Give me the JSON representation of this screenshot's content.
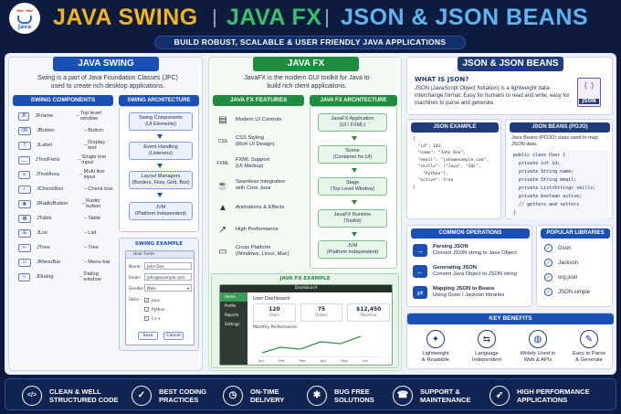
{
  "header": {
    "logo_text": "Java",
    "title_swing": "JAVA SWING",
    "title_fx": "JAVA FX",
    "title_json": "JSON & JSON BEANS",
    "subtitle": "BUILD ROBUST, SCALABLE & USER FRIENDLY JAVA APPLICATIONS"
  },
  "swing": {
    "title": "JAVA SWING",
    "intro": "Swing is a part of Java Foundation Classes (JFC) used to create rich desktop applications.",
    "components_title": "SWING COMPONENTS",
    "components": [
      {
        "icon": "JF",
        "name": "JFrame",
        "desc": "Top level window"
      },
      {
        "icon": "OK",
        "name": "JButton",
        "desc": "Button"
      },
      {
        "icon": "T",
        "name": "JLabel",
        "desc": "Display text"
      },
      {
        "icon": "__",
        "name": "JTextField",
        "desc": "Single line input"
      },
      {
        "icon": "≡",
        "name": "JTextArea",
        "desc": "Multi line input"
      },
      {
        "icon": "✓",
        "name": "JCheckBox",
        "desc": "Check box"
      },
      {
        "icon": "◉",
        "name": "JRadioButton",
        "desc": "Radio button"
      },
      {
        "icon": "▦",
        "name": "JTable",
        "desc": "Table"
      },
      {
        "icon": "☰",
        "name": "JList",
        "desc": "List"
      },
      {
        "icon": "⊢",
        "name": "JTree",
        "desc": "Tree"
      },
      {
        "icon": "▭",
        "name": "JMenuBar",
        "desc": "Menu bar"
      },
      {
        "icon": "□",
        "name": "JDialog",
        "desc": "Dialog window"
      }
    ],
    "arch_title": "SWING ARCHITECTURE",
    "arch": [
      "Swing Components\n(UI Elements)",
      "Event Handling\n(Listeners)",
      "Layout Managers\n(Borders, Flow, Grid, Box)",
      "JVM\n(Platform Independent)"
    ],
    "example_title": "SWING EXAMPLE",
    "form": {
      "window_title": "User Form",
      "name_label": "Name:",
      "name_value": "John Doe",
      "email_label": "Email:",
      "email_value": "john@example.com",
      "gender_label": "Gender:",
      "gender_value": "Male",
      "skills_label": "Skills:",
      "skills": [
        "Java",
        "Python",
        "C++"
      ],
      "save": "Save",
      "cancel": "Cancel"
    }
  },
  "fx": {
    "title": "JAVA FX",
    "intro": "JavaFX is the modern GUI toolkit for Java to build rich client applications.",
    "features_title": "JAVA FX FEATURES",
    "features": [
      {
        "icon": "▤",
        "text": "Modern UI Controls"
      },
      {
        "icon": "CSS",
        "text": "CSS Styling\n(Rich UI Design)"
      },
      {
        "icon": "FXML",
        "text": "FXML Support\n(UI Markup)"
      },
      {
        "icon": "☕",
        "text": "Seamless Integration\nwith Core Java"
      },
      {
        "icon": "▲",
        "text": "Animations & Effects"
      },
      {
        "icon": "↗",
        "text": "High Performance"
      },
      {
        "icon": "▭",
        "text": "Cross Platform\n(Windows, Linux, Mac)"
      }
    ],
    "arch_title": "JAVA FX ARCHITECTURE",
    "arch": [
      "JavaFX Application\n(UI / FXML)",
      "Scene\n(Container for UI)",
      "Stage\n(Top Level Window)",
      "JavaFX Runtime\n(Toolkit)",
      "JVM\n(Platform Independent)"
    ],
    "example_title": "JAVA FX EXAMPLE",
    "dashboard": {
      "window_title": "Dashboard",
      "nav": [
        "Home",
        "Profile",
        "Reports",
        "Settings"
      ],
      "heading": "User Dashboard",
      "stats": [
        {
          "value": "120",
          "label": "Users"
        },
        {
          "value": "75",
          "label": "Orders"
        },
        {
          "value": "$12,450",
          "label": "Revenue"
        }
      ],
      "chart_title": "Monthly Performance",
      "months": [
        "Jan",
        "Feb",
        "Mar",
        "Apr",
        "May",
        "Jun"
      ]
    }
  },
  "json": {
    "title": "JSON & JSON BEANS",
    "what_title": "WHAT IS JSON?",
    "what_text": "JSON (JavaScript Object Notation) is a lightweight data-interchange format. Easy for humans to read and write, easy for machines to parse and generate.",
    "badge": "JSON",
    "example_title": "JSON EXAMPLE",
    "example_lines": [
      "{",
      "  \"id\": 101,",
      "  \"name\": \"John Doe\",",
      "  \"email\": \"john@example.com\",",
      "  \"skills\": [\"Java\", \"SQL\",",
      "    \"Python\"],",
      "  \"active\": true",
      "}"
    ],
    "beans_title": "JSON BEANS (POJO)",
    "beans_intro": "Java Beans (POJO) class used to map JSON data.",
    "beans_code": [
      "public class User {",
      "  private int id;",
      "  private String name;",
      "  private String email;",
      "  private List<String> skills;",
      "  private boolean active;",
      "  // getters and setters",
      "}"
    ],
    "ops_title": "COMMON OPERATIONS",
    "ops": [
      {
        "icon": "→",
        "title": "Parsing JSON",
        "desc": "Convert JSON string to Java Object"
      },
      {
        "icon": "←",
        "title": "Generating JSON",
        "desc": "Convert Java Object to JSON string"
      },
      {
        "icon": "⇄",
        "title": "Mapping JSON to Beans",
        "desc": "Using Gson / Jackson libraries"
      }
    ],
    "libs_title": "POPULAR LIBRARIES",
    "libs": [
      "Gson",
      "Jackson",
      "org.json",
      "JSON.simple"
    ],
    "benefits_title": "KEY BENEFITS",
    "benefits": [
      {
        "icon": "✦",
        "text": "Lightweight\n& Readable"
      },
      {
        "icon": "⇆",
        "text": "Language\nIndependent"
      },
      {
        "icon": "◍",
        "text": "Widely Used in\nWeb & APIs"
      },
      {
        "icon": "✎",
        "text": "Easy to Parse\n& Generate"
      }
    ]
  },
  "footer": [
    {
      "icon": "</>",
      "text": "CLEAN & WELL\nSTRUCTURED CODE"
    },
    {
      "icon": "✓",
      "text": "BEST CODING\nPRACTICES"
    },
    {
      "icon": "◷",
      "text": "ON-TIME\nDELIVERY"
    },
    {
      "icon": "✱",
      "text": "BUG FREE\nSOLUTIONS"
    },
    {
      "icon": "☎",
      "text": "SUPPORT &\nMAINTENANCE"
    },
    {
      "icon": "➶",
      "text": "HIGH PERFORMANCE\nAPPLICATIONS"
    }
  ]
}
